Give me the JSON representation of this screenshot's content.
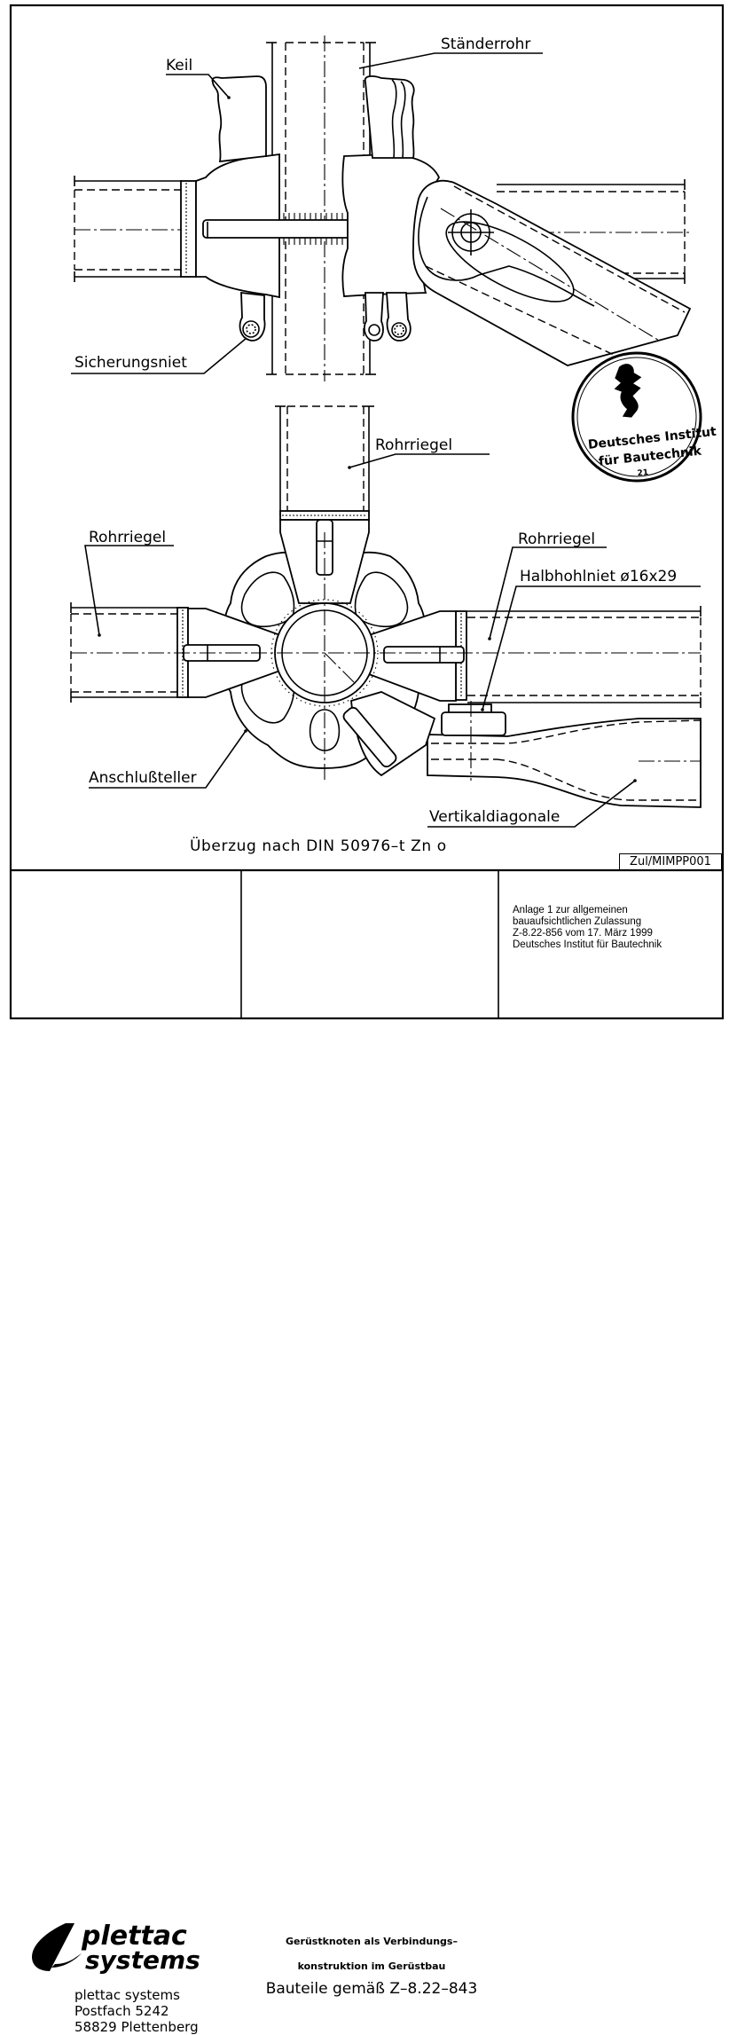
{
  "drawing": {
    "top_view_labels": {
      "keil": "Keil",
      "staenderrohr": "Ständerrohr",
      "sicherungsniet": "Sicherungsniet"
    },
    "plan_view_labels": {
      "rohrriegel_top": "Rohrriegel",
      "rohrriegel_left": "Rohrriegel",
      "rohrriegel_right": "Rohrriegel",
      "halbhohlniet": "Halbhohlniet  ø16x29",
      "anschlussteller": "Anschlußteller",
      "vertikaldiagonale": "Vertikaldiagonale"
    },
    "stamp": {
      "line1": "Deutsches Institut",
      "line2": "für Bautechnik",
      "number": "21"
    },
    "coating_note": "Überzug nach DIN 50976–t Zn o",
    "drawing_ref": "Zul/MIMPP001"
  },
  "title_block": {
    "logo": {
      "word1": "plettac",
      "word2": "systems"
    },
    "address": {
      "line1": "plettac  systems",
      "line2": "Postfach  5242",
      "line3": "58829  Plettenberg"
    },
    "description": {
      "line1": "Gerüstknoten als Verbindungs–",
      "line2": "konstruktion im Gerüstbau",
      "line3": "Bauteile  gemäß  Z–8.22–843"
    },
    "approval": {
      "line1": "Anlage  1 zur allgemeinen",
      "line2": "bauaufsichtlichen Zulassung",
      "line3": "Z-8.22-856 vom 17. März 1999",
      "line4": "Deutsches Institut für Bautechnik"
    }
  }
}
